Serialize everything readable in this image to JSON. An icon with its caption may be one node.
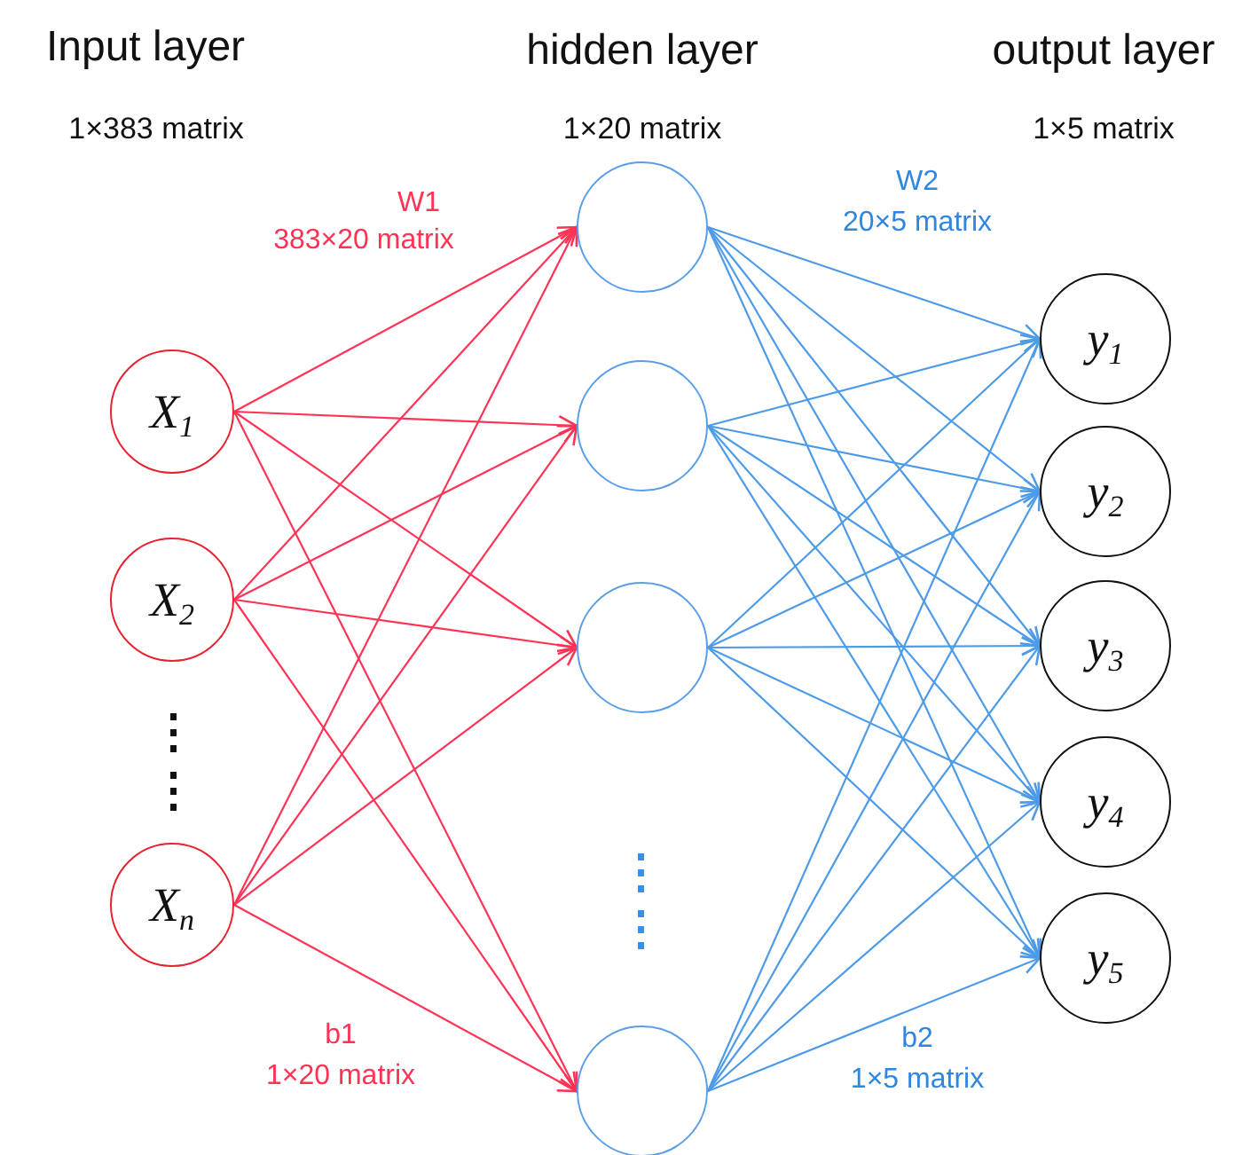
{
  "diagram": {
    "nodes": [
      {
        "text": [
          "X$_{1}$"
        ]
      },
      {
        "text": [
          "X$_{2}$"
        ]
      },
      {
        "text": [
          "X$_{n}$"
        ]
      },
      {
        "text": [],
        "shape": "circle"
      },
      {
        "text": [],
        "shape": "circle"
      },
      {
        "text": [],
        "shape": "circle"
      },
      {
        "text": [],
        "shape": "circle"
      },
      {
        "text": [
          "y$_{1}$"
        ]
      },
      {
        "text": [
          "y$_{2}$"
        ]
      },
      {
        "text": [
          "y$_{3}$"
        ]
      },
      {
        "text": [
          "y$_{4}$"
        ]
      },
      {
        "text": [
          "y$_{5}$"
        ]
      }
    ],
    "edges": [
      {
        "from": 0,
        "to": 3,
        "arrow": "to",
        "color": "#ff3355"
      },
      {
        "from": 0,
        "to": 4,
        "arrow": "to",
        "color": "#ff3355"
      },
      {
        "from": 0,
        "to": 5,
        "arrow": "to",
        "color": "#ff3355"
      },
      {
        "from": 0,
        "to": 6,
        "arrow": "to",
        "color": "#ff3355"
      },
      {
        "from": 1,
        "to": 3,
        "arrow": "to",
        "color": "#ff3355"
      },
      {
        "from": 1,
        "to": 4,
        "arrow": "to",
        "color": "#ff3355"
      },
      {
        "from": 1,
        "to": 5,
        "arrow": "to",
        "color": "#ff3355"
      },
      {
        "from": 1,
        "to": 6,
        "arrow": "to",
        "color": "#ff3355"
      },
      {
        "from": 2,
        "to": 3,
        "arrow": "to",
        "color": "#ff3355"
      },
      {
        "from": 2,
        "to": 4,
        "arrow": "to",
        "color": "#ff3355"
      },
      {
        "from": 2,
        "to": 5,
        "arrow": "to",
        "color": "#ff3355"
      },
      {
        "from": 2,
        "to": 6,
        "arrow": "to",
        "color": "#ff3355"
      },
      {
        "from": 3,
        "to": 7,
        "arrow": "to"
      },
      {
        "from": 3,
        "to": 8,
        "arrow": "to"
      },
      {
        "from": 3,
        "to": 9,
        "arrow": "to"
      },
      {
        "from": 3,
        "to": 10,
        "arrow": "to"
      },
      {
        "from": 3,
        "to": 11,
        "arrow": "to"
      },
      {
        "from": 4,
        "to": 7,
        "arrow": "to"
      },
      {
        "from": 4,
        "to": 8,
        "arrow": "to"
      },
      {
        "from": 4,
        "to": 9,
        "arrow": "to"
      },
      {
        "from": 4,
        "to": 10,
        "arrow": "to"
      },
      {
        "from": 4,
        "to": 11,
        "arrow": "to"
      },
      {
        "from": 5,
        "to": 7,
        "arrow": "to"
      },
      {
        "from": 5,
        "to": 8,
        "arrow": "to"
      },
      {
        "from": 5,
        "to": 9,
        "arrow": "to"
      },
      {
        "from": 5,
        "to": 10,
        "arrow": "to"
      },
      {
        "from": 5,
        "to": 11,
        "arrow": "to"
      },
      {
        "from": 6,
        "to": 7,
        "arrow": "to"
      },
      {
        "from": 6,
        "to": 8,
        "arrow": "to"
      },
      {
        "from": 6,
        "to": 9,
        "arrow": "to"
      },
      {
        "from": 6,
        "to": 10,
        "arrow": "to"
      },
      {
        "from": 6,
        "to": 11,
        "arrow": "to"
      }
    ],
    "labels": [
      "Input layer",
      "hidden layer",
      "output layer",
      "1×383 matrix",
      "1×20 matrix",
      "1×5 matrix",
      "W1",
      "383×20 matrix",
      "W2",
      "20×5 matrix",
      "b1",
      "1×20 matrix",
      "b2",
      "1×5 matrix"
    ]
  }
}
